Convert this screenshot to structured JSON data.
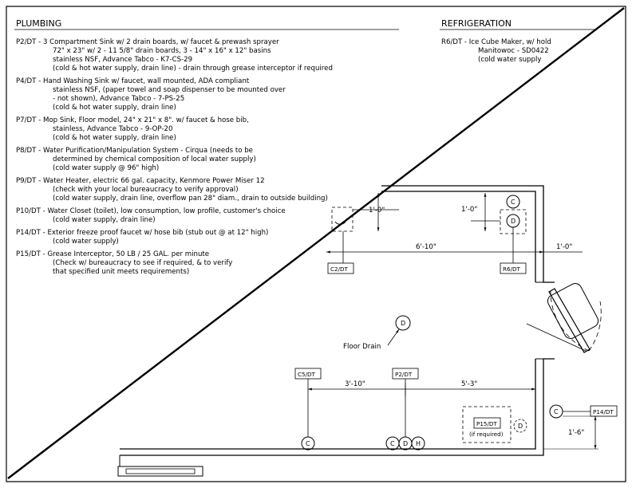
{
  "plumbing": {
    "heading": "PLUMBING",
    "notes": [
      {
        "code": "P2/DT",
        "lines": [
          "P2/DT - 3 Compartment Sink w/ 2 drain boards, w/ faucet & prewash sprayer",
          "72\" x 23\" w/ 2 - 11 5/8\" drain boards, 3 - 14\" x 16\" x 12\" basins",
          "stainless NSF, Advance Tabco - K7-CS-29",
          "(cold & hot water supply, drain line) - drain through grease interceptor if required"
        ]
      },
      {
        "code": "P4/DT",
        "lines": [
          "P4/DT - Hand Washing Sink w/ faucet, wall mounted, ADA compliant",
          "stainless NSF, (paper towel and soap dispenser to be mounted over",
          "- not shown), Advance Tabco - 7-PS-25",
          "(cold & hot water supply, drain line)"
        ]
      },
      {
        "code": "P7/DT",
        "lines": [
          "P7/DT - Mop Sink, Floor model, 24\" x 21\" x 8\". w/ faucet & hose bib,",
          "stainless, Advance Tabco - 9-OP-20",
          "(cold & hot water supply, drain line)"
        ]
      },
      {
        "code": "P8/DT",
        "lines": [
          "P8/DT - Water Purification/Manipulation System - Cirqua (needs to be",
          "determined by chemical composition of local water supply)",
          "(cold water supply @ 96\" high)"
        ]
      },
      {
        "code": "P9/DT",
        "lines": [
          "P9/DT - Water Heater, electric 66 gal. capacity, Kenmore Power Miser 12",
          "(check with your local bureaucracy to verify approval)",
          "(cold water supply, drain line, overflow pan 28\" diam., drain to outside building)"
        ]
      },
      {
        "code": "P10/DT",
        "lines": [
          "P10/DT - Water Closet (toilet), low consumption, low profile, customer's choice",
          "(cold water supply, drain line)"
        ]
      },
      {
        "code": "P14/DT",
        "lines": [
          "P14/DT - Exterior freeze proof faucet w/ hose bib (stub out @ at 12\" high)",
          "(cold water supply)"
        ]
      },
      {
        "code": "P15/DT",
        "lines": [
          "P15/DT - Grease Interceptor, 50 LB / 25 GAL. per minute",
          "(Check w/ bureaucracy to see if required, & to verify",
          "that specified unit meets requirements)"
        ]
      }
    ]
  },
  "refrigeration": {
    "heading": "REFRIGERATION",
    "lines": [
      "R6/DT - Ice Cube Maker, w/ hold",
      "Manitowoc - SD0422",
      "(cold water supply"
    ]
  },
  "plan": {
    "dimensions": {
      "d1": "1'-0\"",
      "d2": "1'-0\"",
      "d3": "6'-10\"",
      "d4": "1'-0\"",
      "d5": "3'-10\"",
      "d6": "5'-3\"",
      "d7": "1'-6\""
    },
    "tags": {
      "c2": "C2/DT",
      "r6": "R6/DT",
      "c5": "C5/DT",
      "p2": "P2/DT",
      "p15": "P15/DT",
      "p15_note": "(if required)",
      "p14": "P14/DT"
    },
    "symbols": {
      "c": "C",
      "d": "D",
      "h": "H"
    },
    "floor_drain_label": "Floor Drain"
  }
}
